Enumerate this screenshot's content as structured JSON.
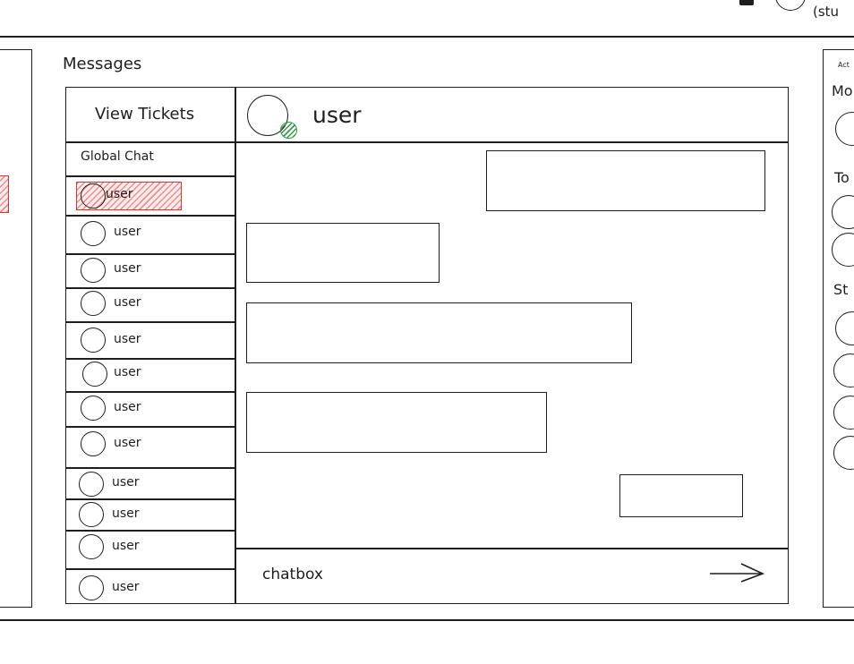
{
  "header": {
    "partial_label": "(stu"
  },
  "messages": {
    "title": "Messages",
    "view_tickets_label": "View Tickets",
    "global_chat_label": "Global Chat",
    "users": [
      "user",
      "user",
      "user",
      "user",
      "user",
      "user",
      "user",
      "user",
      "user",
      "user",
      "user",
      "user"
    ]
  },
  "chat": {
    "header_username": "user",
    "chatbox_placeholder": "chatbox",
    "send_arrow": "→"
  },
  "right_panel": {
    "tiny_label": "Act",
    "section_1": "Mo",
    "section_2": "To",
    "section_3": "St"
  },
  "colors": {
    "ink": "#1e1e1e",
    "selected_hatch": "#e03131",
    "selected_fill": "#ffc9c9",
    "status_green": "#2f9e44"
  }
}
